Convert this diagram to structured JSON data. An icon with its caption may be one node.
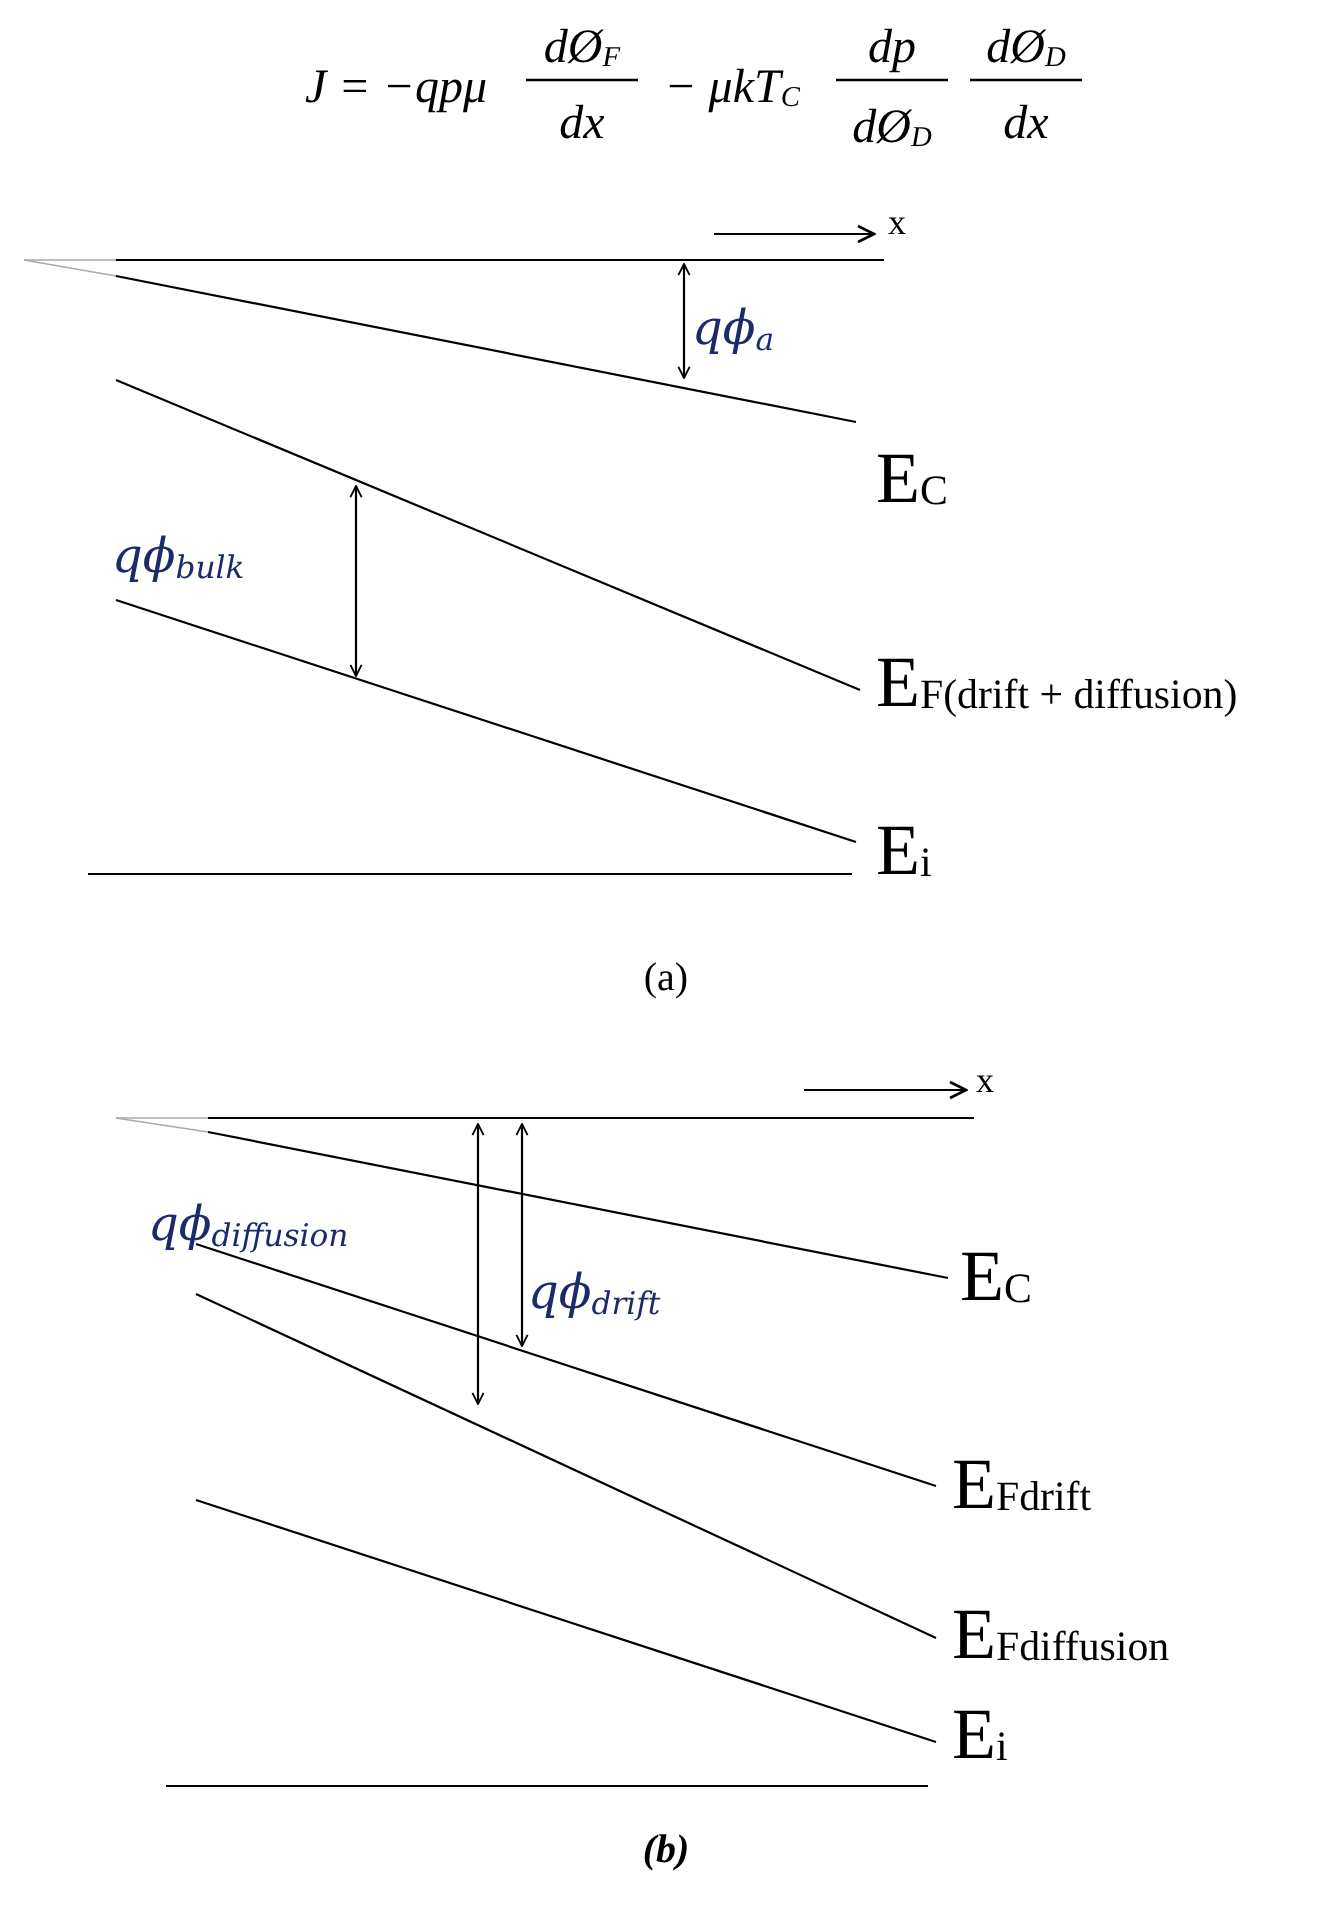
{
  "diagram": {
    "labels": [
      "J = −qpμ",
      "dØ$_{F}$",
      "dx",
      "− μkT$_{C}$",
      "dp",
      "dØ$_{D}$",
      "dØ$_{D}$",
      "dx",
      "x",
      "qϕ$_{a}$",
      "E$_{C}$",
      "qϕ$_{bulk}$",
      "E$_{F(drift + diffusion)}$",
      "E$_{i}$",
      "(a)",
      "x",
      "qϕ$_{diffusion}$",
      "qϕ$_{drift}$",
      "E$_{C}$",
      "E$_{Fdrift}$",
      "E$_{Fdiffusion}$",
      "E$_{i}$",
      "(b)"
    ]
  }
}
